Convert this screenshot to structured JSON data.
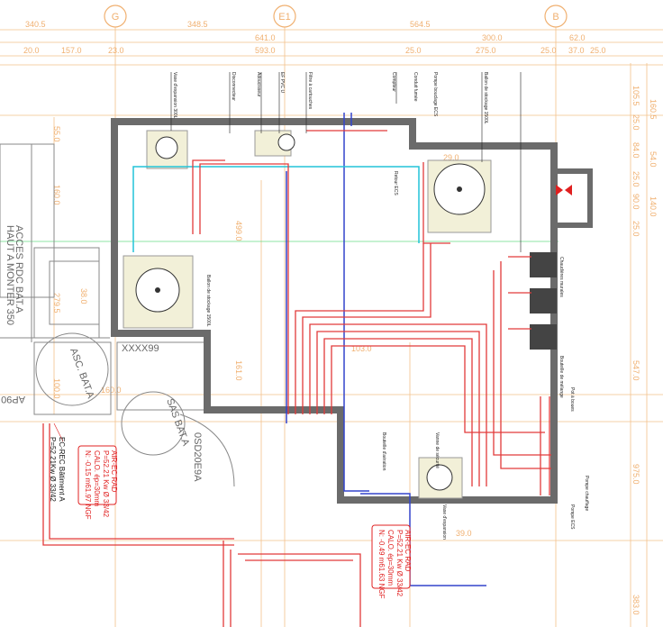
{
  "axes": [
    "G",
    "E1",
    "B"
  ],
  "top_dimensions_row1": [
    "340.5",
    "348.5",
    "564.5"
  ],
  "top_dimensions_row2": [
    "641.0",
    "300.0",
    "62.0"
  ],
  "top_dimensions_row3": [
    "20.0",
    "157.0",
    "23.0",
    "593.0",
    "25.0",
    "275.0",
    "25.0",
    "37.0",
    "25.0"
  ],
  "right_dimensions_a": [
    "105.5",
    "25.0",
    "84.0",
    "25.0",
    "90.0",
    "25.0",
    "547.0",
    "975.0",
    "383.0"
  ],
  "right_dimensions_b": [
    "160.5",
    "54.0",
    "140.0"
  ],
  "inner_dimensions": [
    "55.0",
    "160.0",
    "279.5",
    "38.0",
    "160.0",
    "100.0",
    "499.0",
    "161.0",
    "103.0",
    "29.0",
    "39.0"
  ],
  "rooms": {
    "acces": "ACCES RDC BAT.A",
    "acces2": "HAUT A MONTER 350",
    "asc": "ASC. BAT.A",
    "sas": "SAS BAT.A",
    "code1": "XXXX99",
    "code2": "AP90",
    "code3": "0SD20E9A"
  },
  "callout_left": {
    "line1": "EC-REC Bâtiment A",
    "line2": "P=52.21Kw Ø 33/42"
  },
  "callout_box1": [
    "AIR-EC RAD",
    "P=52.21 Kw Ø 33/42",
    "CALO. ép=30mm",
    "N: -0.15 m61.97 NGF"
  ],
  "callout_box2": [
    "AIR-EC RAD",
    "P=52.21 Kw Ø 33/42",
    "CALO. ép=30mm",
    "N: -0.49 m61.63 NGF"
  ],
  "equipment_labels": [
    "Vase d'expansion 300L",
    "Disconnecteur",
    "Adoucisseur",
    "EF PVC U",
    "Filtre à cartouches",
    "Compteur",
    "Pompe bouclage ECS",
    "Ballon de stockage 1500L",
    "Conduit fumée",
    "Chaudières murales",
    "Pompe chauffage",
    "Pompe ECS",
    "Bouteille de mélange",
    "Pot à boues",
    "Ballon de stockage 1500L",
    "Vase d'expansion",
    "Retour ECS",
    "Bouteille d'aération",
    "Vanne de sécurité"
  ],
  "colors": {
    "wall": "#6b6b6b",
    "hot_pipe": "#e23a3a",
    "cold_pipe": "#3344cc",
    "cyan_pipe": "#22c4d8",
    "dimension": "#f0b070",
    "grid_green": "#33cc66"
  }
}
